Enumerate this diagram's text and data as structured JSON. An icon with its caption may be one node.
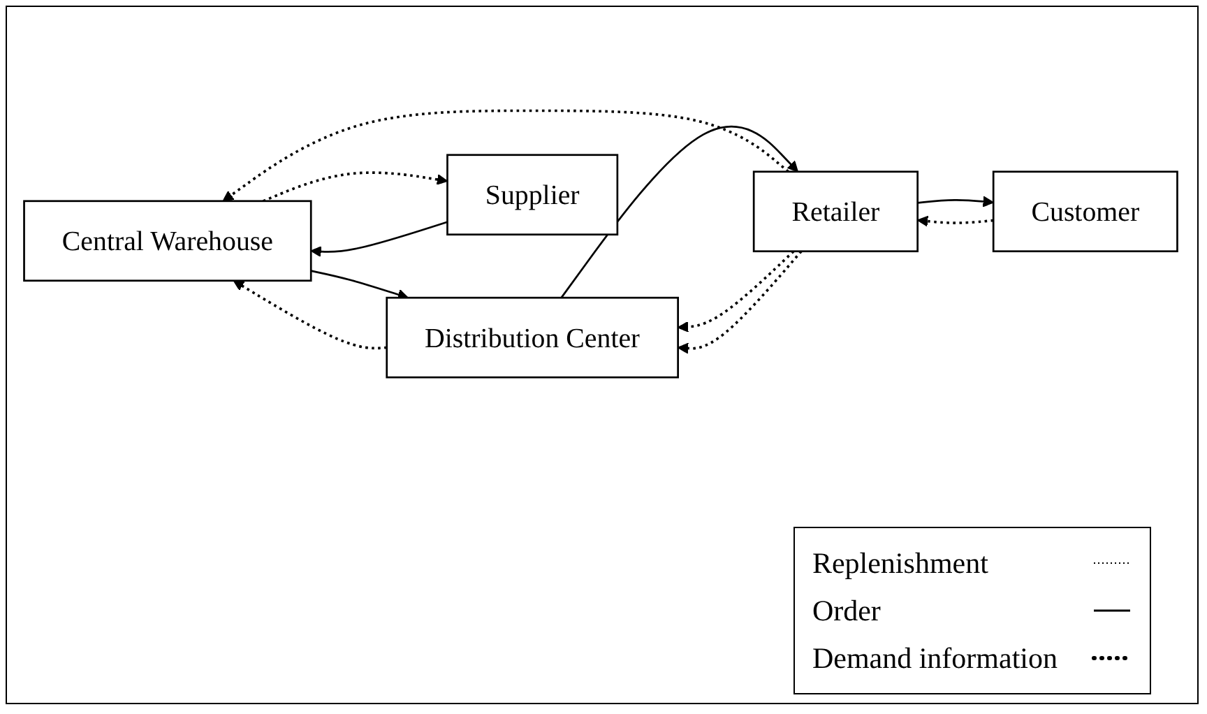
{
  "diagram": {
    "nodes": [
      {
        "text": [
          "Central Warehouse"
        ]
      },
      {
        "text": [
          "Distribution Center"
        ]
      },
      {
        "text": [
          "Retailer"
        ]
      },
      {
        "text": [
          "Supplier"
        ]
      },
      {
        "text": [
          "Customer"
        ]
      }
    ],
    "edges": [
      {
        "from": 2,
        "to": 0,
        "arrow": "to",
        "style": "dashed"
      },
      {
        "from": 2,
        "to": 1,
        "arrow": "to",
        "style": "dashed"
      },
      {
        "from": 1,
        "to": 0,
        "arrow": "to",
        "style": "dashed"
      },
      {
        "from": 0,
        "to": 1,
        "arrow": "to"
      },
      {
        "from": 2,
        "to": 1,
        "arrow": "to",
        "style": "dashed"
      },
      {
        "from": 1,
        "to": 2,
        "arrow": "to"
      },
      {
        "from": 0,
        "to": 3,
        "arrow": "to",
        "style": "dashed"
      },
      {
        "from": 3,
        "to": 0,
        "arrow": "to"
      },
      {
        "from": 4,
        "to": 2,
        "arrow": "to",
        "style": "dashed"
      },
      {
        "from": 2,
        "to": 4,
        "arrow": "to"
      }
    ],
    "legend": [
      {
        "text": "Replenishment"
      },
      {
        "text": "Order"
      },
      {
        "text": "Demand information"
      }
    ]
  }
}
